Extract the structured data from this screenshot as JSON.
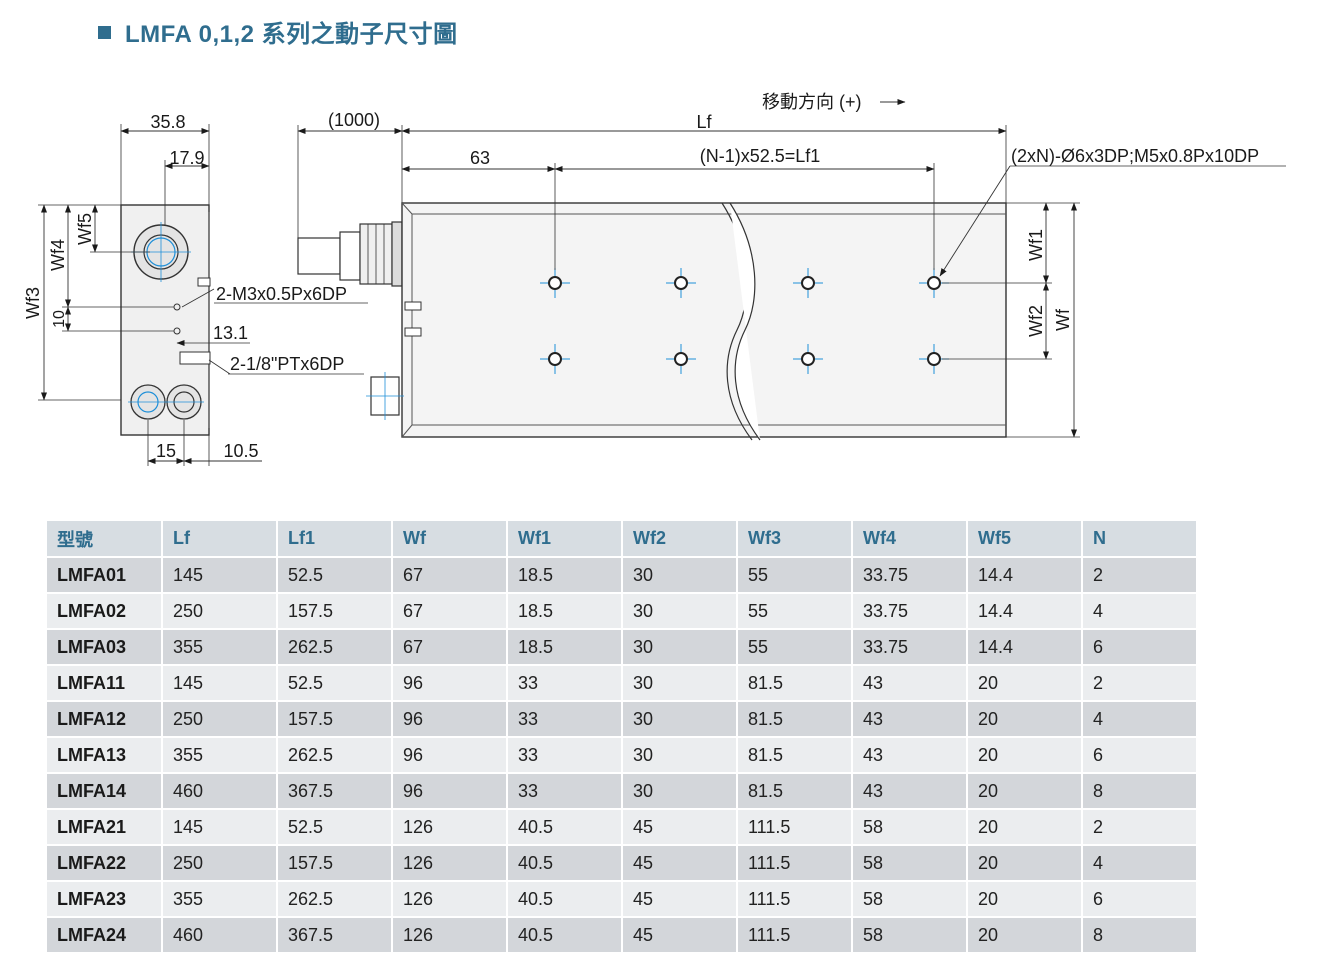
{
  "title": "LMFA 0,1,2 系列之動子尺寸圖",
  "drawing": {
    "dim_35_8": "35.8",
    "dim_17_9": "17.9",
    "dim_wf5": "Wf5",
    "dim_wf4": "Wf4",
    "dim_wf3": "Wf3",
    "dim_10": "10",
    "dim_13_1": "13.1",
    "dim_15": "15",
    "dim_10_5": "10.5",
    "note_m3": "2-M3x0.5Px6DP",
    "note_pt": "2-1/8\"PTx6DP",
    "dim_cable": "(1000)",
    "direction": "移動方向 (+)",
    "dim_lf": "Lf",
    "dim_63": "63",
    "dim_lf1": "(N-1)x52.5=Lf1",
    "note_holes": "(2xN)-Ø6x3DP;M5x0.8Px10DP",
    "dim_wf1": "Wf1",
    "dim_wf2": "Wf2",
    "dim_wf": "Wf"
  },
  "table": {
    "headers": [
      "型號",
      "Lf",
      "Lf1",
      "Wf",
      "Wf1",
      "Wf2",
      "Wf3",
      "Wf4",
      "Wf5",
      "N"
    ],
    "rows": [
      [
        "LMFA01",
        "145",
        "52.5",
        "67",
        "18.5",
        "30",
        "55",
        "33.75",
        "14.4",
        "2"
      ],
      [
        "LMFA02",
        "250",
        "157.5",
        "67",
        "18.5",
        "30",
        "55",
        "33.75",
        "14.4",
        "4"
      ],
      [
        "LMFA03",
        "355",
        "262.5",
        "67",
        "18.5",
        "30",
        "55",
        "33.75",
        "14.4",
        "6"
      ],
      [
        "LMFA11",
        "145",
        "52.5",
        "96",
        "33",
        "30",
        "81.5",
        "43",
        "20",
        "2"
      ],
      [
        "LMFA12",
        "250",
        "157.5",
        "96",
        "33",
        "30",
        "81.5",
        "43",
        "20",
        "4"
      ],
      [
        "LMFA13",
        "355",
        "262.5",
        "96",
        "33",
        "30",
        "81.5",
        "43",
        "20",
        "6"
      ],
      [
        "LMFA14",
        "460",
        "367.5",
        "96",
        "33",
        "30",
        "81.5",
        "43",
        "20",
        "8"
      ],
      [
        "LMFA21",
        "145",
        "52.5",
        "126",
        "40.5",
        "45",
        "111.5",
        "58",
        "20",
        "2"
      ],
      [
        "LMFA22",
        "250",
        "157.5",
        "126",
        "40.5",
        "45",
        "111.5",
        "58",
        "20",
        "4"
      ],
      [
        "LMFA23",
        "355",
        "262.5",
        "126",
        "40.5",
        "45",
        "111.5",
        "58",
        "20",
        "6"
      ],
      [
        "LMFA24",
        "460",
        "367.5",
        "126",
        "40.5",
        "45",
        "111.5",
        "58",
        "20",
        "8"
      ]
    ]
  },
  "colors": {
    "accent": "#2f6d8e",
    "header_bg": "#d7dde2",
    "row_dark": "#d3d6da",
    "row_light": "#ebedef",
    "hole_blue": "#1e8fd8"
  }
}
